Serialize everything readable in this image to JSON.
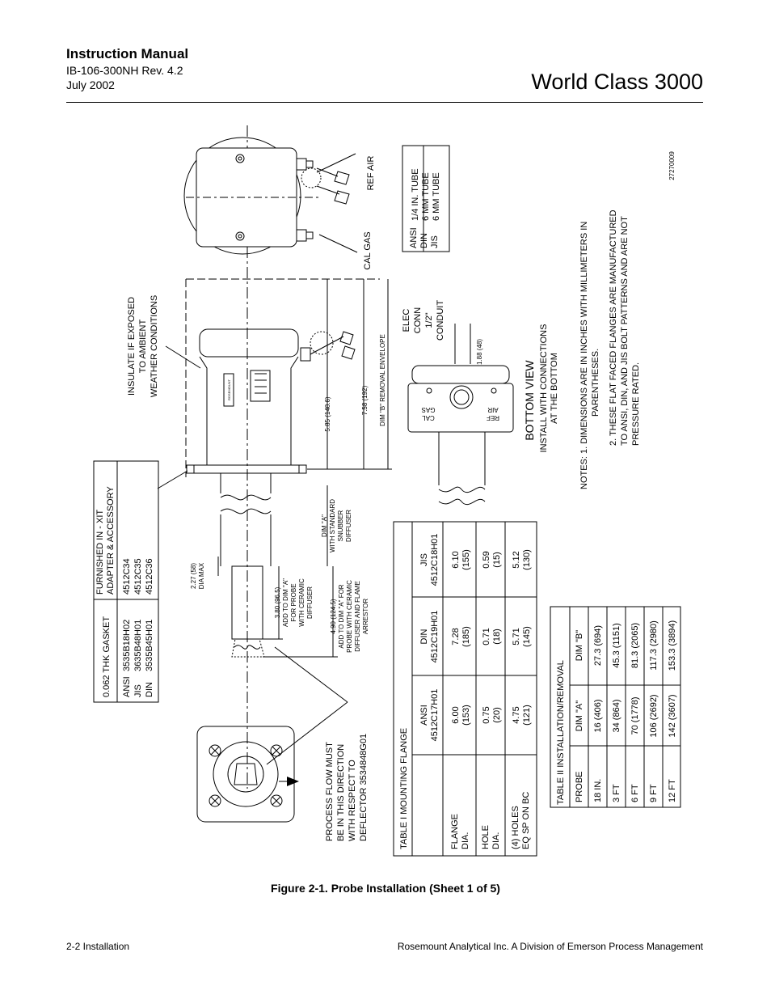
{
  "header": {
    "manual_title": "Instruction Manual",
    "doc_number": "IB-106-300NH Rev. 4.2",
    "date": "July 2002",
    "product": "World Class 3000"
  },
  "figure": {
    "caption": "Figure 2-1.  Probe Installation (Sheet 1 of 5)",
    "drawing_number": "27270009",
    "labels": {
      "ref_air": "REF AIR",
      "cal_gas": "CAL GAS",
      "insulate": [
        "INSULATE IF EXPOSED",
        "TO AMBIENT",
        "WEATHER CONDITIONS"
      ],
      "elec_conn": [
        "ELEC",
        "CONN",
        "1/2\"",
        "CONDUIT"
      ],
      "dim_188": "1.88 (48)",
      "dim_b_envelope": "DIM \"B\" REMOVAL ENVELOPE",
      "dim_758": "7.58 (192)",
      "dim_585": "5.85 (148.6)",
      "dim_a_std": [
        "DIM \"A\"",
        "WITH STANDARD",
        "SNUBBER",
        "DIFFUSER"
      ],
      "dim_227": [
        "2.27 (58)",
        "DIA MAX"
      ],
      "dim_380": [
        "3.80 (96.5)",
        "ADD TO DIM \"A\"",
        "FOR PROBE",
        "WITH CERAMIC",
        "DIFFUSER"
      ],
      "dim_490": [
        "4.90 (124.5)",
        "ADD TO DIM \"A\" FOR",
        "PROBE WITH CERAMIC",
        "DIFFUSER AND FLAME",
        "ARRESTOR"
      ],
      "process_flow": [
        "PROCESS  FLOW  MUST",
        "BE  IN  THIS  DIRECTION",
        "WITH RESPECT TO",
        "DEFLECTOR 3534848G01"
      ],
      "bottom_view": "BOTTOM  VIEW",
      "install_note": [
        "INSTALL WITH CONNECTIONS",
        "AT THE BOTTOM"
      ],
      "port_cal_gas": [
        "CAL",
        "GAS"
      ],
      "port_ref_air": [
        "REF",
        "AIR"
      ],
      "brand": "ROSEMOUNT"
    },
    "notes": [
      "NOTES: 1.  DIMENSIONS  ARE  IN  INCHES WITH  MILLIMETERS  IN",
      "PARENTHESES.",
      "2.   THESE FLAT FACED FLANGES ARE MANUFACTURED",
      "TO ANSI, DIN, AND JIS BOLT PATTERNS AND ARE NOT",
      "PRESSURE RATED."
    ],
    "tube_table": [
      [
        "ANSI",
        "1/4 IN. TUBE"
      ],
      [
        "DIN",
        "6 MM TUBE"
      ],
      [
        "JIS",
        "6 MM TUBE"
      ]
    ],
    "gasket_table": {
      "col1_header": "0.062 THK GASKET",
      "col2_header": [
        "FURNISHED IN - XIT",
        "ADAPTER & ACCESSORY"
      ],
      "rows": [
        [
          "ANSI",
          "3535B18H02",
          "4512C34"
        ],
        [
          "JIS",
          "3635B48H01",
          "4512C35"
        ],
        [
          "DIN",
          "3535B45H01",
          "4512C36"
        ]
      ]
    },
    "flange_table": {
      "title": "TABLE I  MOUNTING  FLANGE",
      "columns": [
        [
          "ANSI",
          "4512C17H01"
        ],
        [
          "DIN",
          "4512C19H01"
        ],
        [
          "JIS",
          "4512C18H01"
        ]
      ],
      "rows": [
        {
          "label": [
            "FLANGE",
            "DIA."
          ],
          "values": [
            [
              "6.00",
              "(153)"
            ],
            [
              "7.28",
              "(185)"
            ],
            [
              "6.10",
              "(155)"
            ]
          ]
        },
        {
          "label": [
            "HOLE",
            "DIA."
          ],
          "values": [
            [
              "0.75",
              "(20)"
            ],
            [
              "0.71",
              "(18)"
            ],
            [
              "0.59",
              "(15)"
            ]
          ]
        },
        {
          "label": [
            "(4) HOLES",
            "EQ  SP  ON  BC"
          ],
          "values": [
            [
              "4.75",
              "(121)"
            ],
            [
              "5.71",
              "(145)"
            ],
            [
              "5.12",
              "(130)"
            ]
          ]
        }
      ]
    },
    "install_table": {
      "title": "TABLE  II  INSTALLATION/REMOVAL",
      "headers": [
        "PROBE",
        "DIM  \"A\"",
        "DIM  \"B\""
      ],
      "rows": [
        [
          "18 IN.",
          "16 (406)",
          "27.3 (694)"
        ],
        [
          "3  FT",
          "34 (864)",
          "45.3  (1151)"
        ],
        [
          "6  FT",
          "70 (1778)",
          "81.3 (2065)"
        ],
        [
          "9  FT",
          "106 (2692)",
          "117.3 (2980)"
        ],
        [
          "12  FT",
          "142 (3607)",
          "153.3 (3894)"
        ]
      ]
    }
  },
  "footer": {
    "left": "2-2     Installation",
    "right": "Rosemount Analytical Inc.    A Division of Emerson Process Management"
  }
}
